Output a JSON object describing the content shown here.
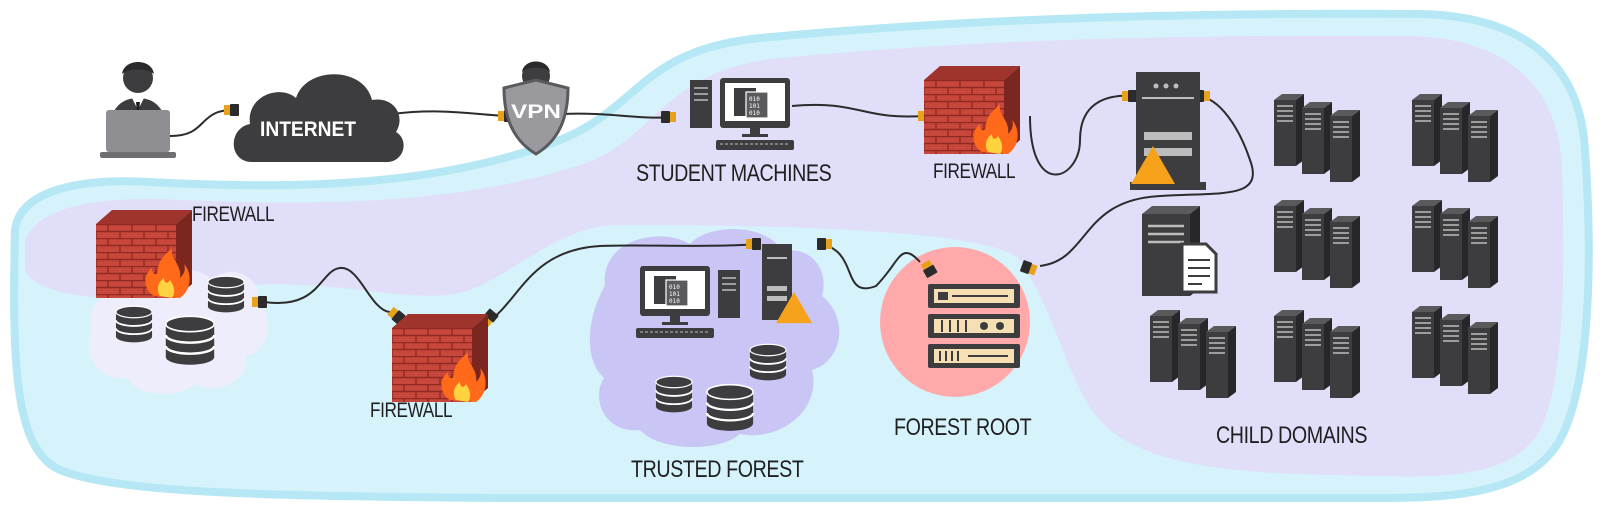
{
  "labels": {
    "internet": "INTERNET",
    "vpn": "VPN",
    "student_machines": "STUDENT MACHINES",
    "firewall_top": "FIREWALL",
    "firewall_left": "FIREWALL",
    "firewall_bottom": "FIREWALL",
    "trusted_forest": "TRUSTED FOREST",
    "forest_root": "FOREST ROOT",
    "child_domains": "CHILD DOMAINS"
  },
  "icons": [
    "user-at-laptop-icon",
    "cloud-icon",
    "vpn-shield-icon",
    "desktop-computer-icon",
    "brick-firewall-icon",
    "server-tower-icon",
    "warning-triangle-icon",
    "database-icon",
    "server-rack-icon",
    "server-cluster-icon",
    "document-icon"
  ],
  "colors": {
    "outer_zone": "#d6f3fb",
    "outer_zone_stroke": "#b5e7f4",
    "inner_zone": "#e1def9",
    "trusted_cloud": "#c9c6f5",
    "db_cloud": "#eeedfb",
    "forest_root_circle": "#ffa9aa",
    "brick": "#c8473c",
    "flame": "#ff6a1a",
    "warning": "#f7a21b",
    "dark_icon": "#3d3d3f",
    "cable": "#2b2b2b",
    "connector": "#e8a21a"
  }
}
